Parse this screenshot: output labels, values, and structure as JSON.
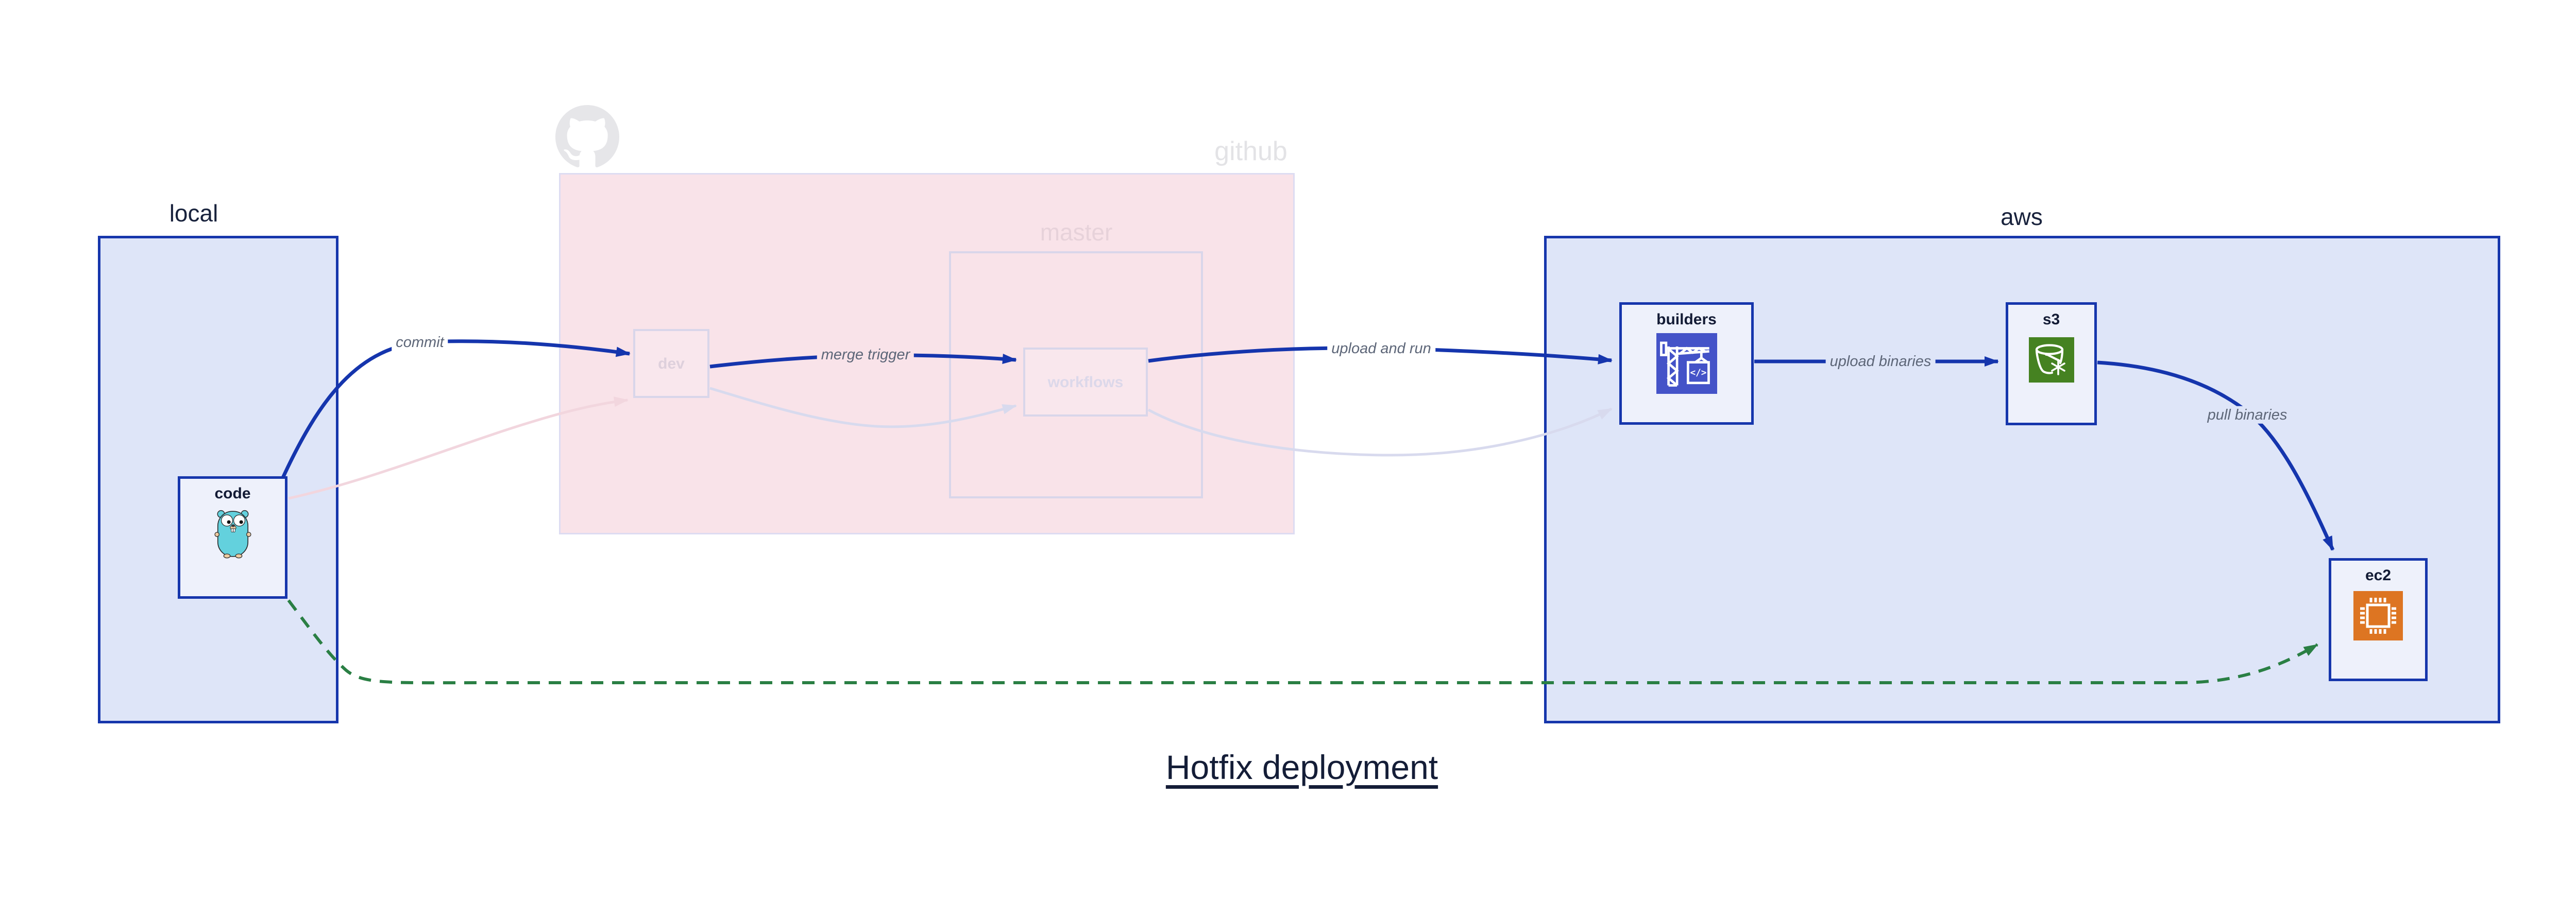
{
  "title": {
    "text": "Hotfix deployment"
  },
  "regions": {
    "local": {
      "label": "local"
    },
    "github": {
      "label": "github",
      "branch": "master"
    },
    "aws": {
      "label": "aws"
    }
  },
  "nodes": {
    "code": {
      "label": "code",
      "icon": "go-gopher-icon"
    },
    "dev": {
      "label": "dev"
    },
    "workflows": {
      "label": "workflows"
    },
    "builders": {
      "label": "builders",
      "icon": "codebuild-crane-icon"
    },
    "s3": {
      "label": "s3",
      "icon": "s3-bucket-snowflake-icon"
    },
    "ec2": {
      "label": "ec2",
      "icon": "ec2-chip-icon"
    }
  },
  "edges": [
    {
      "id": "commit",
      "label": "commit",
      "from": "code",
      "to": "dev",
      "style": "solid-blue"
    },
    {
      "id": "merge-trigger",
      "label": "merge trigger",
      "from": "dev",
      "to": "workflows",
      "style": "solid-blue"
    },
    {
      "id": "upload-and-run",
      "label": "upload and run",
      "from": "workflows",
      "to": "builders",
      "style": "solid-blue"
    },
    {
      "id": "upload-binaries",
      "label": "upload binaries",
      "from": "builders",
      "to": "s3",
      "style": "solid-blue"
    },
    {
      "id": "pull-binaries",
      "label": "pull binaries",
      "from": "s3",
      "to": "ec2",
      "style": "solid-blue"
    },
    {
      "id": "hotfix-path",
      "label": "",
      "from": "code",
      "to": "ec2",
      "style": "dashed-green"
    },
    {
      "id": "faded-code-dev",
      "label": "",
      "from": "code",
      "to": "dev",
      "style": "faded-pink"
    },
    {
      "id": "faded-dev-workflows",
      "label": "",
      "from": "dev",
      "to": "workflows",
      "style": "faded-lavender"
    },
    {
      "id": "faded-workflows-builders",
      "label": "",
      "from": "workflows",
      "to": "builders",
      "style": "faded-lavender"
    }
  ],
  "colors": {
    "arrow_blue": "#1535ad",
    "region_border_blue": "#1636ac",
    "region_fill_blue": "#dee5f8",
    "node_fill": "#eef1fb",
    "github_fill": "#f9e3e9",
    "faded_border": "#d9d6ea",
    "hotfix_green": "#2a7f44",
    "edge_label_gray": "#5d6678",
    "dark_navy_text": "#131b35",
    "codebuild_indigo": "#4453c8",
    "s3_green": "#458221",
    "ec2_orange": "#dd7522",
    "gopher_teal": "#63d1dd",
    "ghost_gray": "#e3e3e6"
  }
}
